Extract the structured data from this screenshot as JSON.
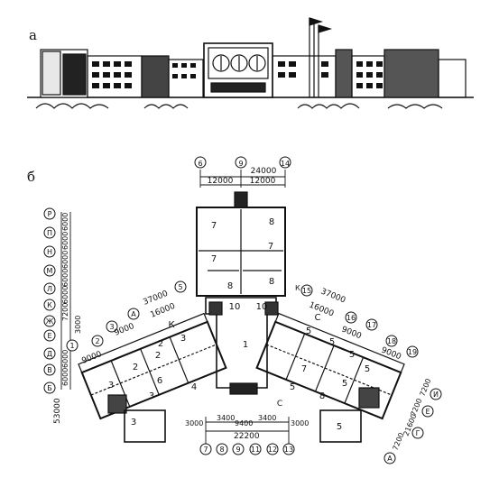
{
  "panels": {
    "a": "а",
    "b": "б"
  },
  "top_axes": [
    "6",
    "9",
    "14"
  ],
  "top_dims": [
    "24000",
    "12000",
    "12000"
  ],
  "left_axes": [
    "Р",
    "П",
    "Н",
    "М",
    "Л",
    "К",
    "Ж",
    "Е",
    "Д",
    "В",
    "Б"
  ],
  "left_dims": [
    "6000",
    "6000",
    "6000",
    "6000",
    "6000",
    "7200",
    "3000",
    "6000",
    "6000"
  ],
  "left_total": "53000",
  "left_wing": {
    "axes": [
      "А",
      "2",
      "3",
      "5",
      "1"
    ],
    "dims": [
      "37000",
      "16000",
      "9000",
      "9000"
    ]
  },
  "right_wing": {
    "axes": [
      "15",
      "16",
      "17",
      "18",
      "19",
      "К"
    ],
    "dims": [
      "37000",
      "16000",
      "9000",
      "9000"
    ]
  },
  "right_axes": [
    "И",
    "Е",
    "Г",
    "А"
  ],
  "right_dims": [
    "7200",
    "7200",
    "21600",
    "7200"
  ],
  "bottom_axes": [
    "7",
    "8",
    "9",
    "11",
    "12",
    "13"
  ],
  "bottom_dims": [
    "3000",
    "3400",
    "9400",
    "3400",
    "3000",
    "22200"
  ],
  "room_numbers": [
    "7",
    "8",
    "7",
    "7",
    "8",
    "8",
    "10",
    "10",
    "1",
    "3",
    "2",
    "3",
    "3",
    "2",
    "2",
    "6",
    "4",
    "3",
    "5",
    "5",
    "5",
    "5",
    "5",
    "5",
    "8",
    "7",
    "5",
    "К",
    "С"
  ],
  "section_mark": "С"
}
